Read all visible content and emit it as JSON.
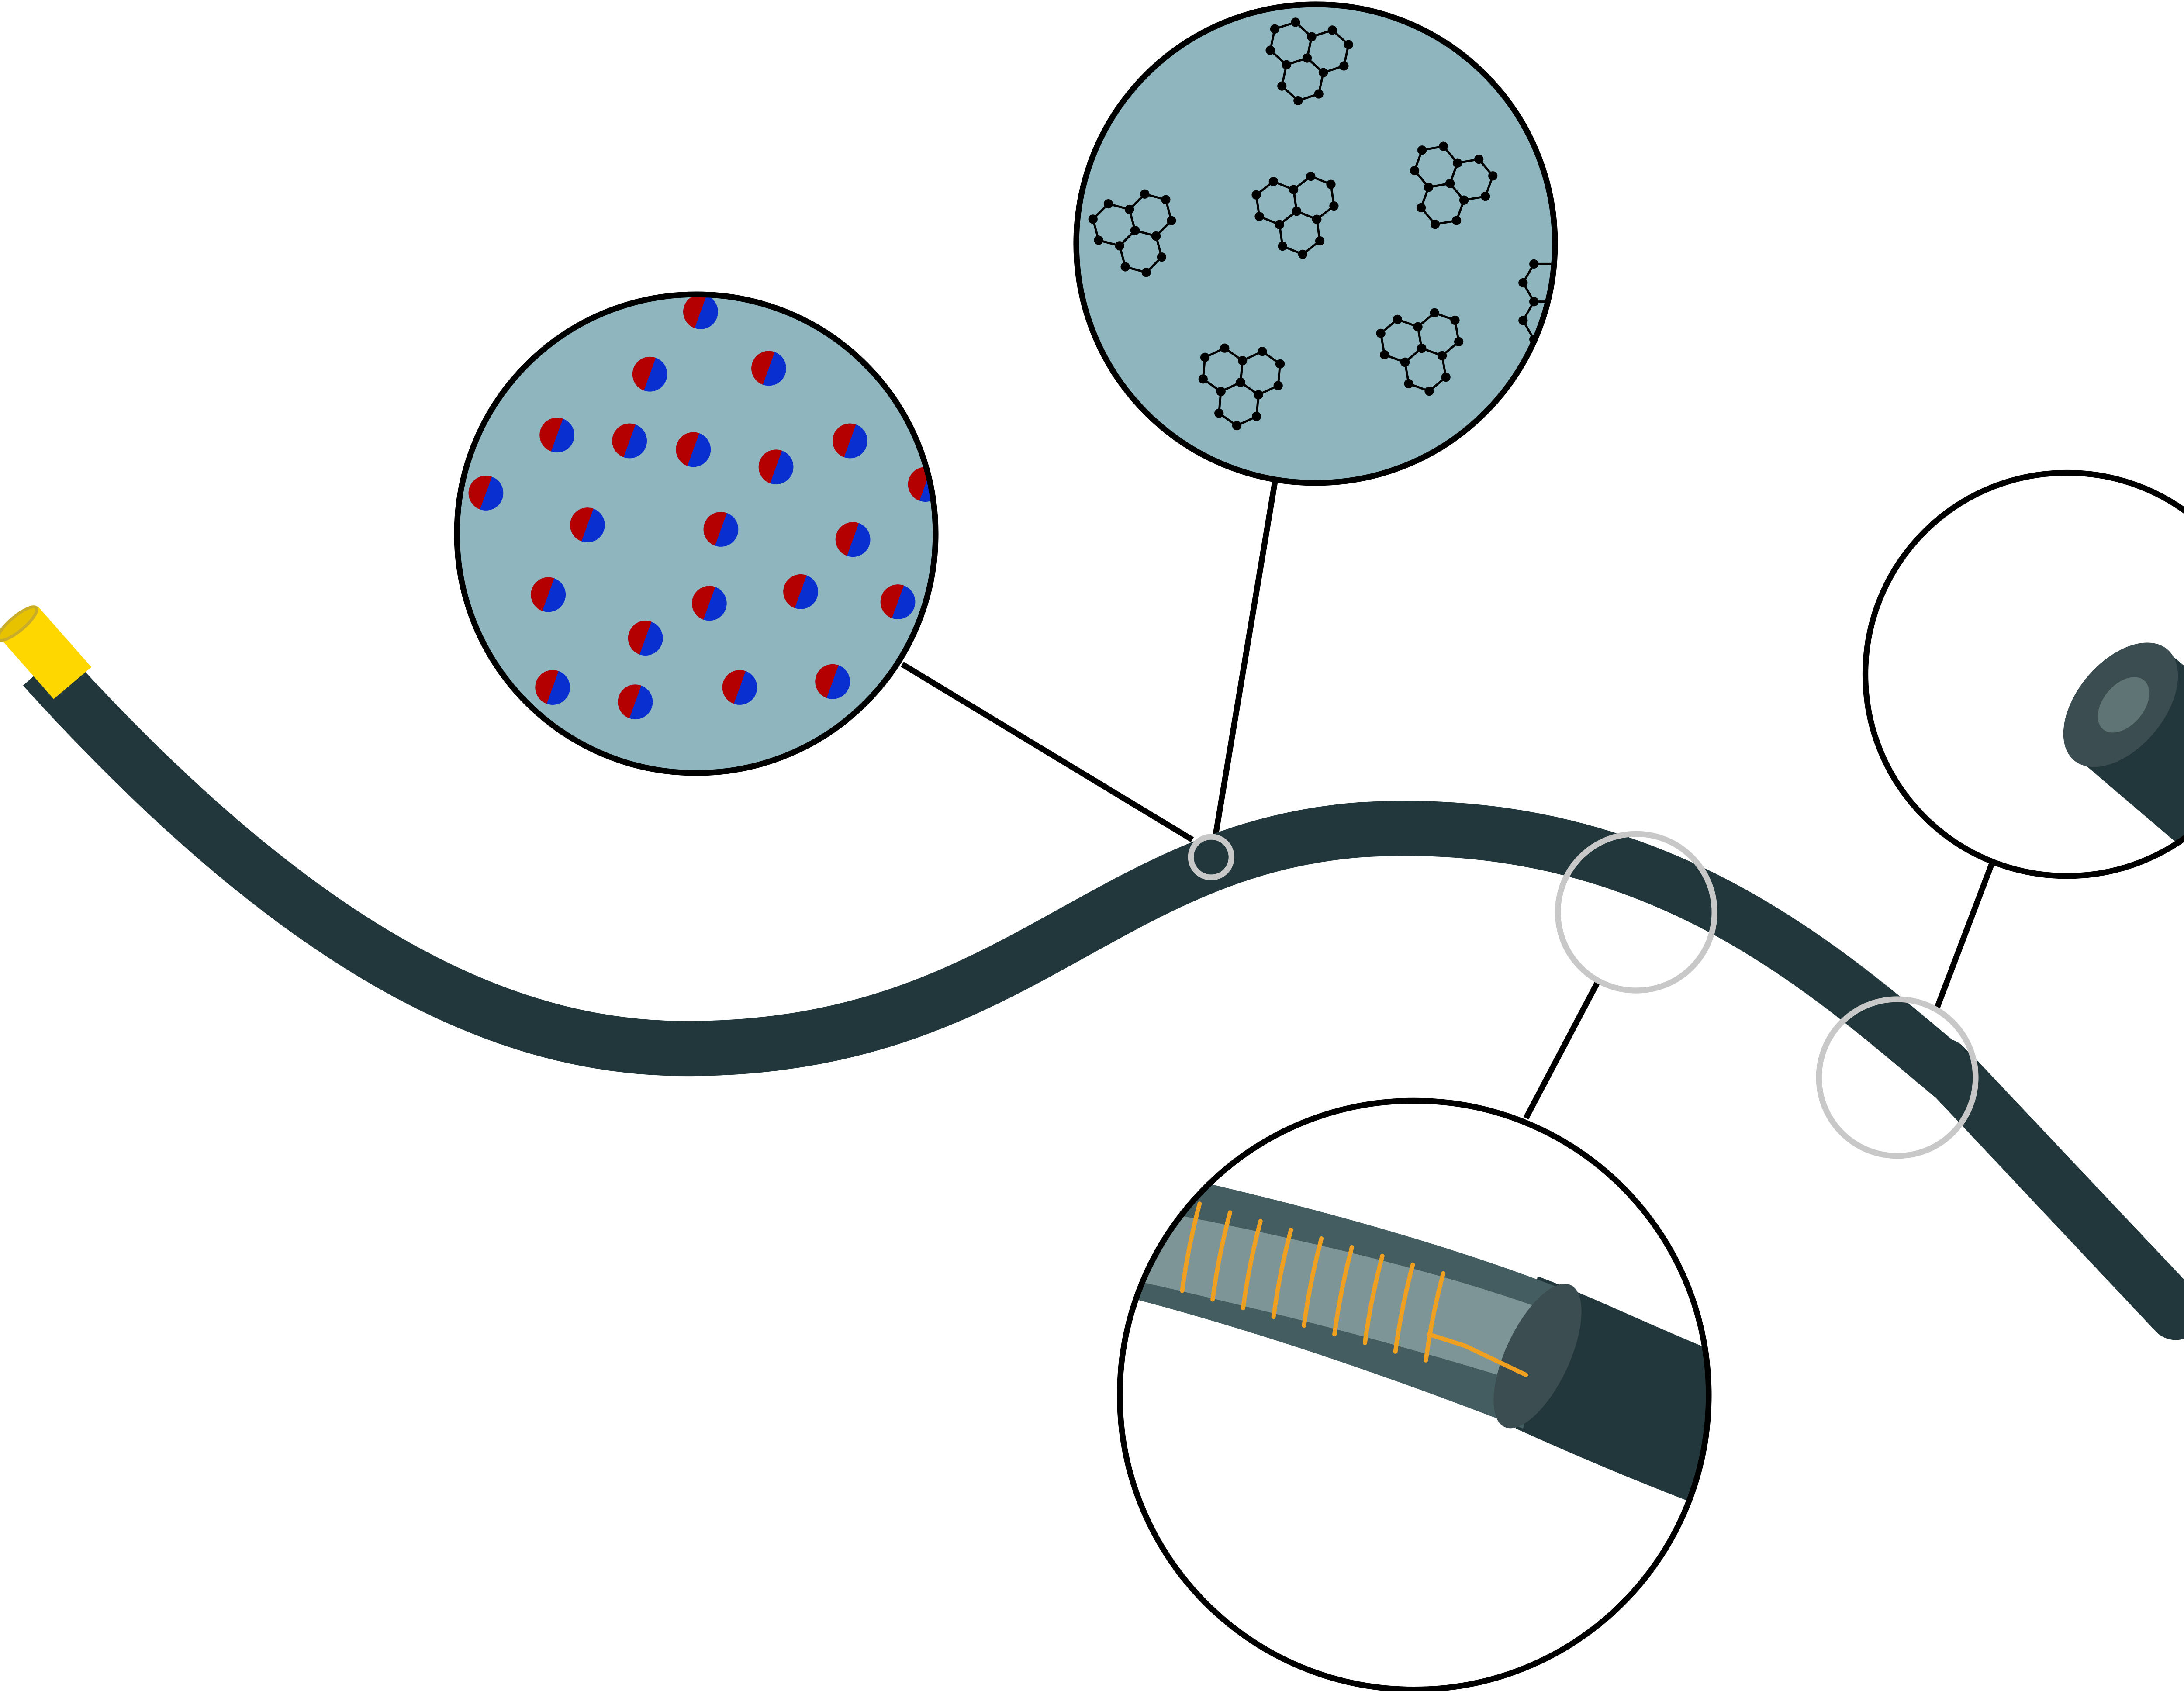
{
  "colors": {
    "background": "#ffffff",
    "fiber": "#22373b",
    "fiber_end_cap": "#ffd700",
    "inset_fill": "#8fb6bf",
    "outline": "#000000",
    "highlight_ring": "#c8c8c8",
    "molecule_red": "#b40000",
    "molecule_blue": "#0a2fd0",
    "cladding": "#445d61",
    "core": "#7d9596",
    "wire": "#f0a020"
  },
  "insets": [
    {
      "name": "dye-molecules-inset",
      "content": "polar-molecules"
    },
    {
      "name": "aromatic-molecules-inset",
      "content": "polycyclic-aromatic-molecules"
    },
    {
      "name": "fiber-tip-inset",
      "content": "fiber-end"
    },
    {
      "name": "fiber-cross-section-inset",
      "content": "embedded-coil-wire"
    }
  ]
}
